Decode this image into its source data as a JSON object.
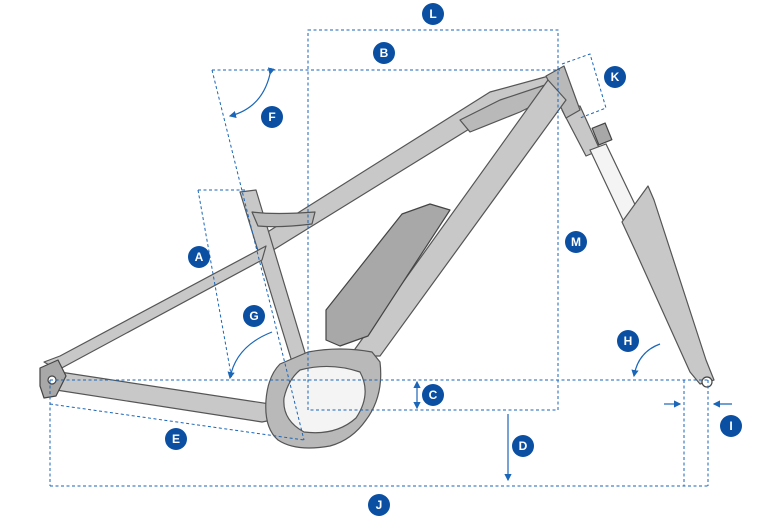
{
  "labels": {
    "A": "A",
    "B": "B",
    "C": "C",
    "D": "D",
    "E": "E",
    "F": "F",
    "G": "G",
    "H": "H",
    "I": "I",
    "J": "J",
    "K": "K",
    "L": "L",
    "M": "M"
  },
  "colors": {
    "badge": "#0b4fa3",
    "dimension_line": "#1a66b8",
    "frame_fill": "#c8c8c8",
    "frame_outline": "#555555"
  }
}
